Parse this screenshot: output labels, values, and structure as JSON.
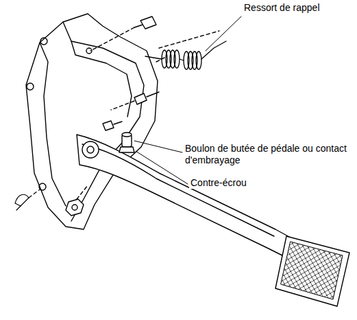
{
  "diagram": {
    "labels": [
      "Ressort de rappel",
      "Boulon de butée de pédale ou contact d'embrayage",
      "Contre-écrou"
    ]
  }
}
